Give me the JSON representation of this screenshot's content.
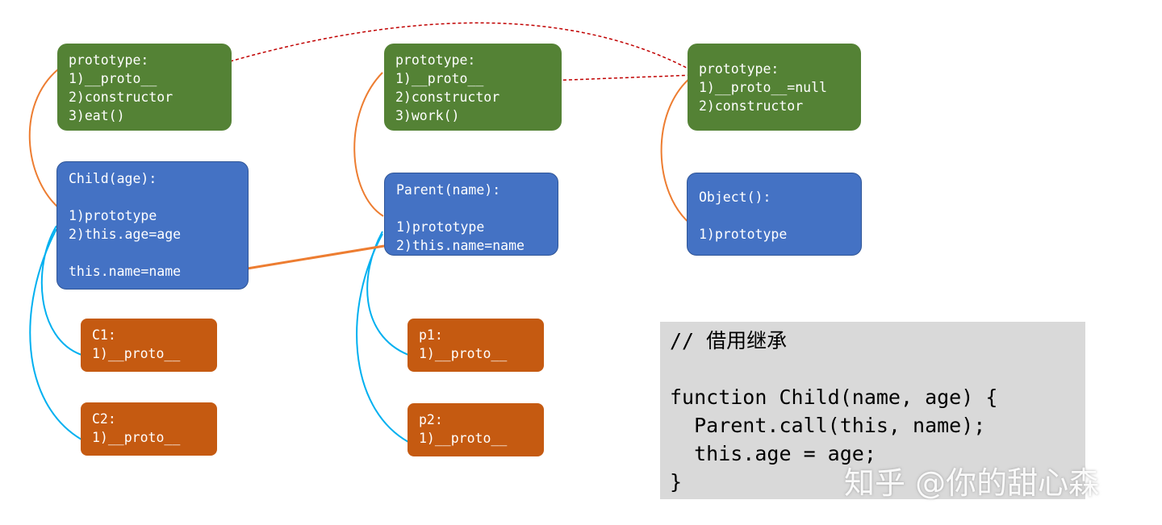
{
  "proto_child": {
    "title": "prototype:",
    "items": [
      "1)__proto__",
      "2)constructor",
      "3)eat()"
    ]
  },
  "proto_parent": {
    "title": "prototype:",
    "items": [
      "1)__proto__",
      "2)constructor",
      "3)work()"
    ]
  },
  "proto_object": {
    "title": "prototype:",
    "items": [
      "1)__proto__=null",
      "2)constructor"
    ]
  },
  "child_ctor": {
    "title": "Child(age):",
    "items": [
      "1)prototype",
      "2)this.age=age"
    ],
    "borrowed": "this.name=name"
  },
  "parent_ctor": {
    "title": "Parent(name):",
    "items": [
      "1)prototype",
      "2)this.name=name"
    ]
  },
  "object_ctor": {
    "title": "Object():",
    "items": [
      "1)prototype"
    ]
  },
  "instances": {
    "c1": {
      "title": "C1:",
      "item": "1)__proto__"
    },
    "c2": {
      "title": "C2:",
      "item": "1)__proto__"
    },
    "p1": {
      "title": "p1:",
      "item": "1)__proto__"
    },
    "p2": {
      "title": "p2:",
      "item": "1)__proto__"
    }
  },
  "code": {
    "lines": [
      "// 借用继承",
      "",
      "function Child(name, age) {",
      "  Parent.call(this, name);",
      "  this.age = age;",
      "}"
    ]
  },
  "watermark": "知乎 @你的甜心森",
  "colors": {
    "prototype_box": "#548235",
    "constructor_box": "#4472c4",
    "instance_box": "#c55a11",
    "prototype_link": "#ed7d31",
    "instance_link": "#00b0f0",
    "proto_chain": "#c00000"
  }
}
